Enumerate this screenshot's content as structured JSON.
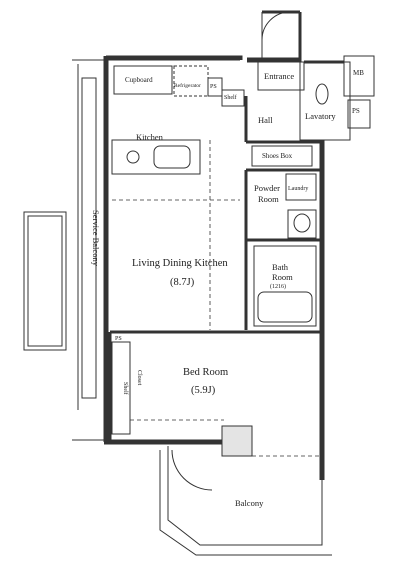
{
  "rooms": {
    "entrance": "Entrance",
    "mb": "MB",
    "hall": "Hall",
    "lavatory": "Lavatory",
    "ps_lavatory": "PS",
    "cupboard": "Cupboard",
    "refrigerator": "Refrigerator",
    "ps_kitchen": "PS",
    "shelf_kitchen": "Shelf",
    "kitchen": "Kitchen",
    "shoes_box": "Shoes Box",
    "powder_room_line1": "Powder",
    "powder_room_line2": "Room",
    "laundry": "Laundry",
    "bath_room_line1": "Bath",
    "bath_room_line2": "Room",
    "bath_size": "(1216)",
    "ldk": "Living Dining Kitchen",
    "ldk_size": "(8.7J)",
    "service_balcony": "Service Balcony",
    "ps_bed": "PS",
    "shelf_bed": "Shelf",
    "closet": "Closet",
    "bed_room": "Bed Room",
    "bed_size": "(5.9J)",
    "balcony": "Balcony"
  }
}
